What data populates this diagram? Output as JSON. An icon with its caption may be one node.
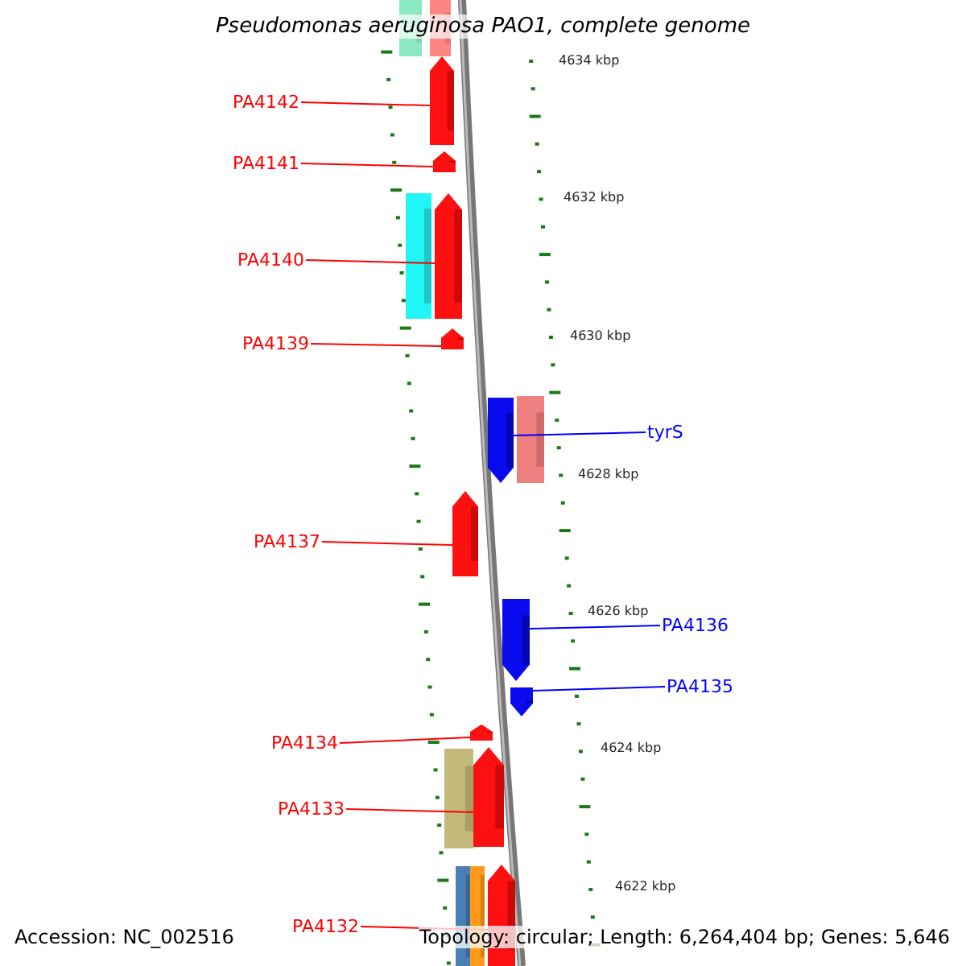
{
  "diagram": {
    "title": "Pseudomonas aeruginosa PAO1, complete genome",
    "nodes": [
      {
        "text": [
          "PA4142"
        ]
      },
      {
        "text": [],
        "shape": "arrow"
      },
      {
        "text": [
          "PA4141"
        ]
      },
      {
        "text": [],
        "shape": "arrow"
      },
      {
        "text": [
          "PA4140"
        ]
      },
      {
        "text": [],
        "shape": "arrow"
      },
      {
        "text": [
          "PA4139"
        ]
      },
      {
        "text": [],
        "shape": "arrow"
      },
      {
        "text": [
          "tyrS"
        ]
      },
      {
        "text": [],
        "shape": "arrow"
      },
      {
        "text": [
          "PA4137"
        ]
      },
      {
        "text": [],
        "shape": "arrow"
      },
      {
        "text": [
          "PA4136"
        ]
      },
      {
        "text": [],
        "shape": "arrow"
      },
      {
        "text": [
          "PA4135"
        ]
      },
      {
        "text": [],
        "shape": "arrow"
      },
      {
        "text": [
          "PA4134"
        ]
      },
      {
        "text": [],
        "shape": "arrow"
      },
      {
        "text": [
          "PA4133"
        ]
      },
      {
        "text": [],
        "shape": "arrow"
      },
      {
        "text": [
          "PA4132"
        ]
      },
      {
        "text": [],
        "shape": "arrow"
      }
    ],
    "edges": [
      {
        "from": 0,
        "to": 1,
        "arrow": "none"
      },
      {
        "from": 2,
        "to": 3,
        "arrow": "none"
      },
      {
        "from": 4,
        "to": 5,
        "arrow": "none"
      },
      {
        "from": 6,
        "to": 7,
        "arrow": "none"
      },
      {
        "from": 8,
        "to": 9,
        "arrow": "none",
        "color": "#0000ff"
      },
      {
        "from": 10,
        "to": 11,
        "arrow": "none"
      },
      {
        "from": 12,
        "to": 13,
        "arrow": "none",
        "color": "#0000ff"
      },
      {
        "from": 14,
        "to": 15,
        "arrow": "none",
        "color": "#0000ff"
      },
      {
        "from": 16,
        "to": 17,
        "arrow": "none"
      },
      {
        "from": 18,
        "to": 19,
        "arrow": "none"
      },
      {
        "from": 20,
        "to": 21,
        "arrow": "none"
      }
    ],
    "labels": [
      "4634 kbp",
      "4632 kbp",
      "4630 kbp",
      "4628 kbp",
      "4626 kbp",
      "4624 kbp",
      "4622 kbp",
      "Accession: NC_002516",
      "Topology: circular; Length: 6,264,404 bp; Genes: 5,646"
    ]
  }
}
